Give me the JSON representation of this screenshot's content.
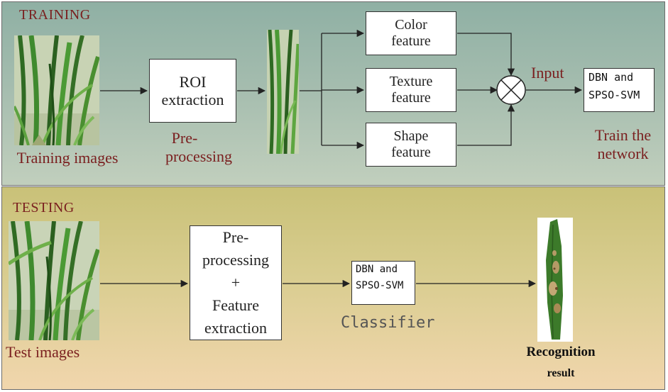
{
  "training": {
    "title": "TRAINING",
    "training_images_label": "Training images",
    "roi_box_line1": "ROI",
    "roi_box_line2": "extraction",
    "preprocessing_label_line1": "Pre-",
    "preprocessing_label_line2": "processing",
    "color_feature_line1": "Color",
    "color_feature_line2": "feature",
    "texture_feature_line1": "Texture",
    "texture_feature_line2": "feature",
    "shape_feature_line1": "Shape",
    "shape_feature_line2": "feature",
    "input_label": "Input",
    "model_line1": "DBN and",
    "model_line2": "SPSO-SVM",
    "train_label_line1": "Train the",
    "train_label_line2": "network"
  },
  "testing": {
    "title": "TESTING",
    "test_images_label": "Test images",
    "process_line1": "Pre-",
    "process_line2": "processing",
    "process_line3": "+",
    "process_line4": "Feature",
    "process_line5": "extraction",
    "model_line1": "DBN and",
    "model_line2": "SPSO-SVM",
    "classifier_label": "Classifier",
    "result_line1": "Recognition",
    "result_line2": "result"
  },
  "colors": {
    "training_bg": "#a4bcae",
    "testing_bg": "#d9cd90",
    "title_red": "#7a1f1f",
    "plant_green": "#3c7a2a"
  }
}
